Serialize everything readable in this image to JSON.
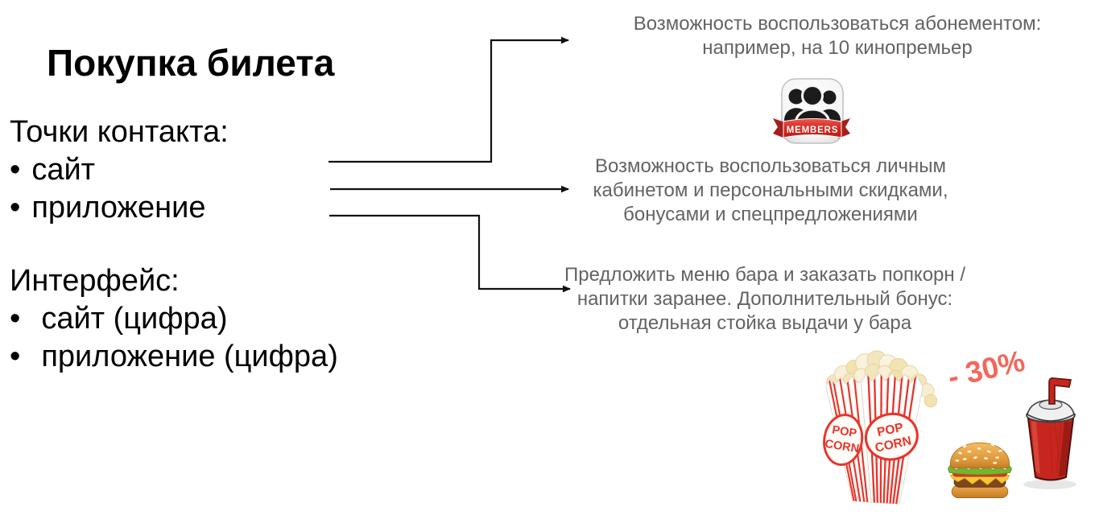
{
  "title": "Покупка билета",
  "left_panel": {
    "contact_points": {
      "heading": "Точки контакта:",
      "bullet": "•",
      "items": [
        "сайт",
        "приложение"
      ]
    },
    "interface": {
      "heading": "Интерфейс:",
      "bullet": "•",
      "items": [
        "сайт (цифра)",
        "приложение (цифра)"
      ]
    }
  },
  "right_panel": {
    "benefits": [
      {
        "text": "Возможность воспользоваться абонементом:\nнапример, на 10 кинопремьер"
      },
      {
        "text": "Возможность воспользоваться личным\nкабинетом и персональными скидками,\nбонусами и спецпредложениями"
      },
      {
        "text": "Предложить меню бара и заказать попкорн /\nнапитки заранее. Дополнительный бонус:\nотдельная стойка выдачи у бара"
      }
    ],
    "discount_label": "- 30%"
  },
  "graphics": {
    "members_badge": {
      "icon": "members-badge-icon",
      "label": "MEMBERS"
    },
    "popcorn": {
      "icon": "popcorn-box-icon",
      "label_line1": "POP",
      "label_line2": "CORN"
    },
    "burger": {
      "icon": "burger-icon"
    },
    "drink": {
      "icon": "drink-cup-icon"
    }
  },
  "colors": {
    "text_primary": "#000000",
    "text_secondary": "#636363",
    "discount_red": "#f2685c",
    "badge_red": "#d2231f",
    "popcorn_red": "#e8352b",
    "arrow": "#111111",
    "background": "#ffffff"
  }
}
